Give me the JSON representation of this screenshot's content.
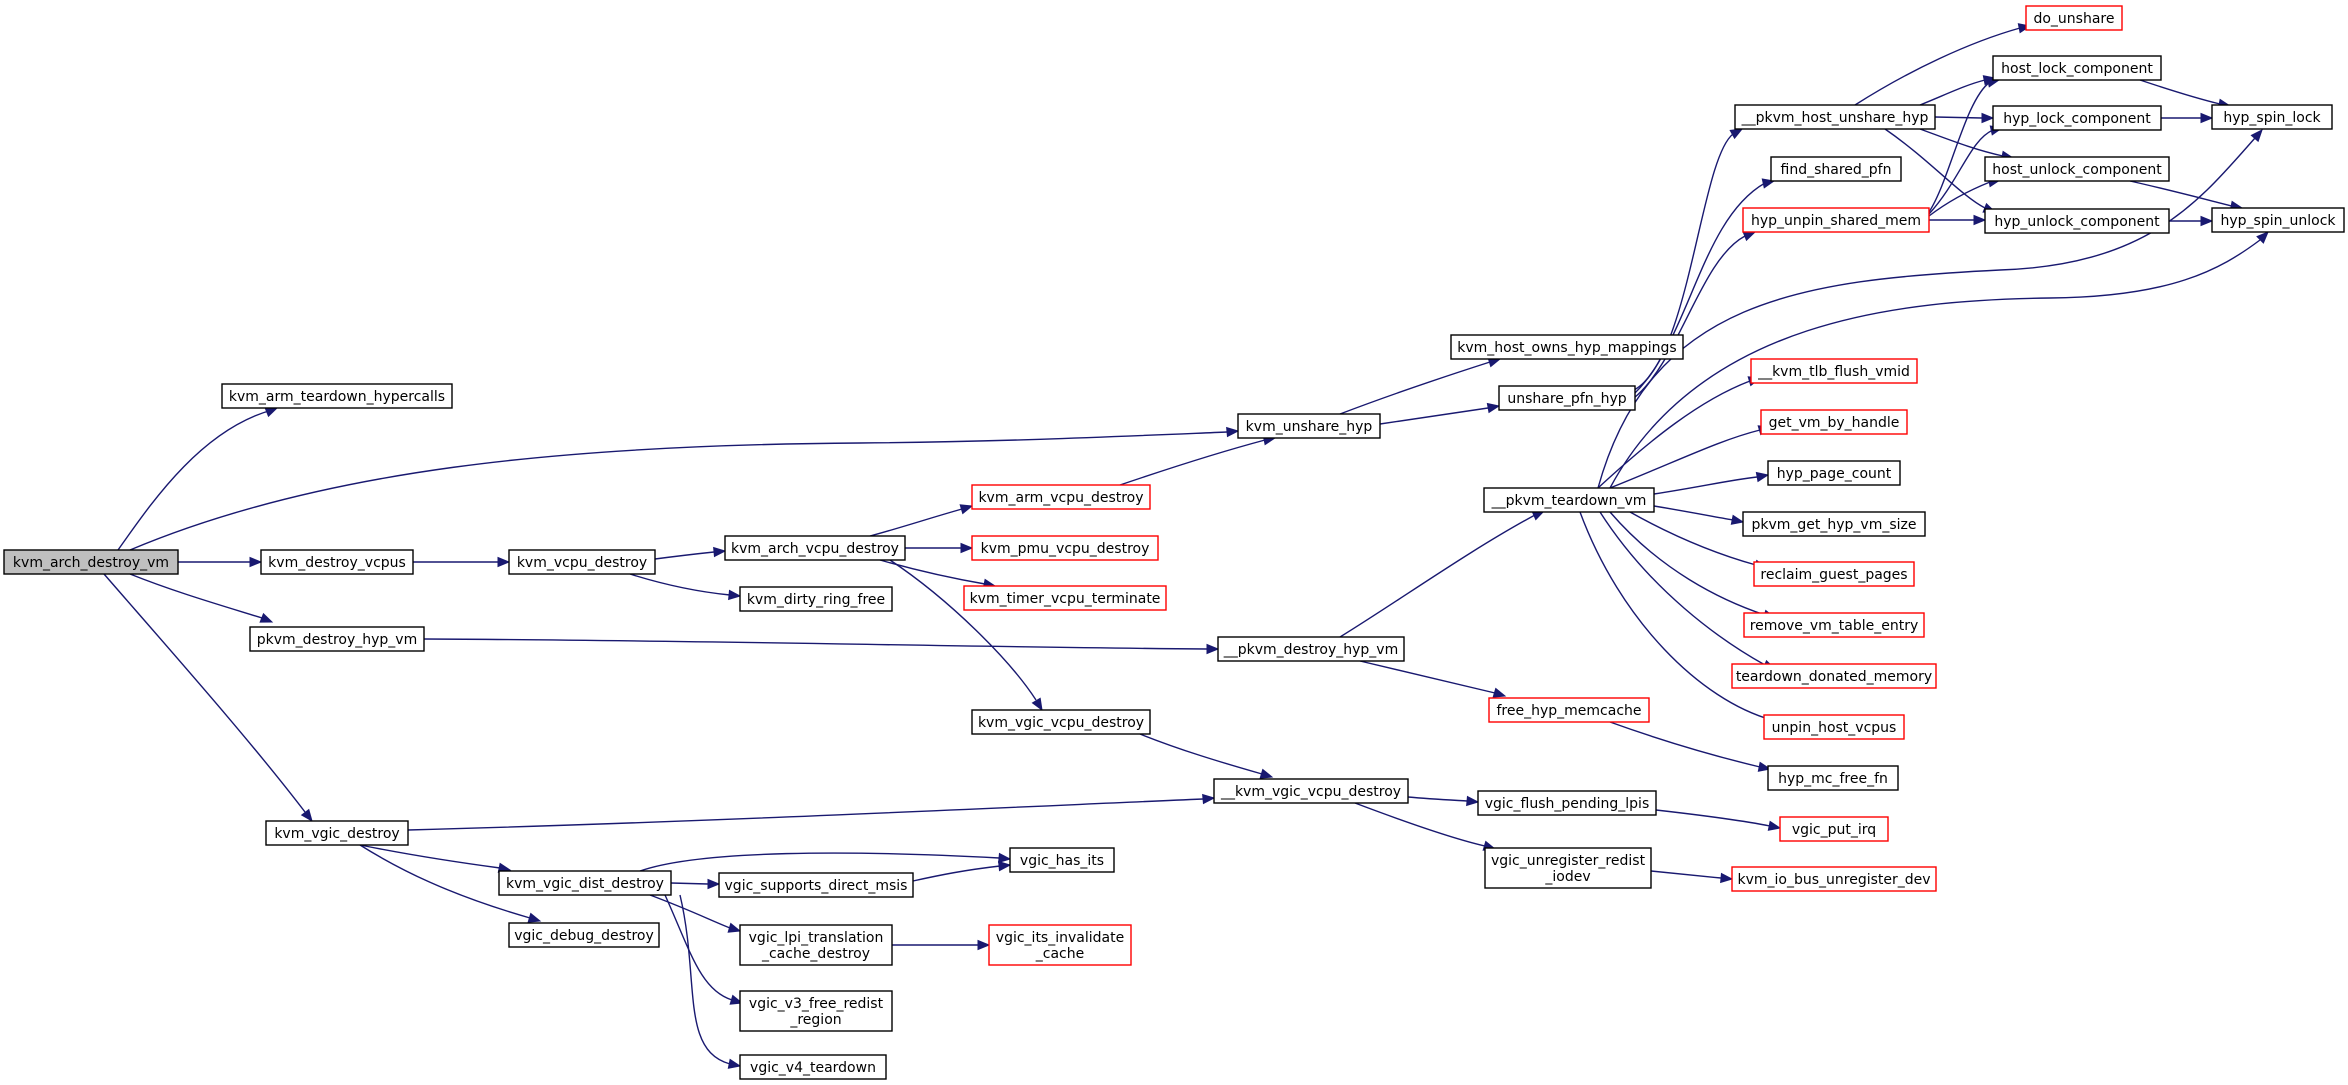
{
  "colors": {
    "edge": "#191970",
    "node_border": "#000000",
    "node_border_external": "#ff0000",
    "root_fill": "#bfbfbf",
    "background": "#ffffff"
  },
  "nodes": [
    {
      "id": "kvm_arch_destroy_vm",
      "label": [
        "kvm_arch_destroy_vm"
      ],
      "style": "root"
    },
    {
      "id": "kvm_arm_teardown_hypercalls",
      "label": [
        "kvm_arm_teardown_hypercalls"
      ],
      "style": "normal"
    },
    {
      "id": "kvm_unshare_hyp",
      "label": [
        "kvm_unshare_hyp"
      ],
      "style": "normal"
    },
    {
      "id": "kvm_destroy_vcpus",
      "label": [
        "kvm_destroy_vcpus"
      ],
      "style": "normal"
    },
    {
      "id": "pkvm_destroy_hyp_vm",
      "label": [
        "pkvm_destroy_hyp_vm"
      ],
      "style": "normal"
    },
    {
      "id": "kvm_vgic_destroy",
      "label": [
        "kvm_vgic_destroy"
      ],
      "style": "normal"
    },
    {
      "id": "kvm_host_owns_hyp_mappings",
      "label": [
        "kvm_host_owns_hyp_mappings"
      ],
      "style": "normal"
    },
    {
      "id": "unshare_pfn_hyp",
      "label": [
        "unshare_pfn_hyp"
      ],
      "style": "normal"
    },
    {
      "id": "__pkvm_host_unshare_hyp",
      "label": [
        "__pkvm_host_unshare_hyp"
      ],
      "style": "normal"
    },
    {
      "id": "do_unshare",
      "label": [
        "do_unshare"
      ],
      "style": "external"
    },
    {
      "id": "host_lock_component",
      "label": [
        "host_lock_component"
      ],
      "style": "normal"
    },
    {
      "id": "hyp_spin_lock",
      "label": [
        "hyp_spin_lock"
      ],
      "style": "normal"
    },
    {
      "id": "hyp_lock_component",
      "label": [
        "hyp_lock_component"
      ],
      "style": "normal"
    },
    {
      "id": "host_unlock_component",
      "label": [
        "host_unlock_component"
      ],
      "style": "normal"
    },
    {
      "id": "hyp_spin_unlock",
      "label": [
        "hyp_spin_unlock"
      ],
      "style": "normal"
    },
    {
      "id": "hyp_unlock_component",
      "label": [
        "hyp_unlock_component"
      ],
      "style": "normal"
    },
    {
      "id": "find_shared_pfn",
      "label": [
        "find_shared_pfn"
      ],
      "style": "normal"
    },
    {
      "id": "hyp_unpin_shared_mem",
      "label": [
        "hyp_unpin_shared_mem"
      ],
      "style": "external"
    },
    {
      "id": "kvm_vcpu_destroy",
      "label": [
        "kvm_vcpu_destroy"
      ],
      "style": "normal"
    },
    {
      "id": "kvm_arch_vcpu_destroy",
      "label": [
        "kvm_arch_vcpu_destroy"
      ],
      "style": "normal"
    },
    {
      "id": "kvm_arm_vcpu_destroy",
      "label": [
        "kvm_arm_vcpu_destroy"
      ],
      "style": "external"
    },
    {
      "id": "kvm_pmu_vcpu_destroy",
      "label": [
        "kvm_pmu_vcpu_destroy"
      ],
      "style": "external"
    },
    {
      "id": "kvm_timer_vcpu_terminate",
      "label": [
        "kvm_timer_vcpu_terminate"
      ],
      "style": "external"
    },
    {
      "id": "kvm_dirty_ring_free",
      "label": [
        "kvm_dirty_ring_free"
      ],
      "style": "normal"
    },
    {
      "id": "kvm_vgic_vcpu_destroy",
      "label": [
        "kvm_vgic_vcpu_destroy"
      ],
      "style": "normal"
    },
    {
      "id": "__pkvm_destroy_hyp_vm",
      "label": [
        "__pkvm_destroy_hyp_vm"
      ],
      "style": "normal"
    },
    {
      "id": "__pkvm_teardown_vm",
      "label": [
        "__pkvm_teardown_vm"
      ],
      "style": "normal"
    },
    {
      "id": "__kvm_tlb_flush_vmid",
      "label": [
        "__kvm_tlb_flush_vmid"
      ],
      "style": "external"
    },
    {
      "id": "get_vm_by_handle",
      "label": [
        "get_vm_by_handle"
      ],
      "style": "external"
    },
    {
      "id": "hyp_page_count",
      "label": [
        "hyp_page_count"
      ],
      "style": "normal"
    },
    {
      "id": "pkvm_get_hyp_vm_size",
      "label": [
        "pkvm_get_hyp_vm_size"
      ],
      "style": "normal"
    },
    {
      "id": "reclaim_guest_pages",
      "label": [
        "reclaim_guest_pages"
      ],
      "style": "external"
    },
    {
      "id": "remove_vm_table_entry",
      "label": [
        "remove_vm_table_entry"
      ],
      "style": "external"
    },
    {
      "id": "teardown_donated_memory",
      "label": [
        "teardown_donated_memory"
      ],
      "style": "external"
    },
    {
      "id": "unpin_host_vcpus",
      "label": [
        "unpin_host_vcpus"
      ],
      "style": "external"
    },
    {
      "id": "free_hyp_memcache",
      "label": [
        "free_hyp_memcache"
      ],
      "style": "external"
    },
    {
      "id": "hyp_mc_free_fn",
      "label": [
        "hyp_mc_free_fn"
      ],
      "style": "normal"
    },
    {
      "id": "__kvm_vgic_vcpu_destroy",
      "label": [
        "__kvm_vgic_vcpu_destroy"
      ],
      "style": "normal"
    },
    {
      "id": "vgic_flush_pending_lpis",
      "label": [
        "vgic_flush_pending_lpis"
      ],
      "style": "normal"
    },
    {
      "id": "vgic_put_irq",
      "label": [
        "vgic_put_irq"
      ],
      "style": "external"
    },
    {
      "id": "vgic_unregister_redist_iodev",
      "label": [
        "vgic_unregister_redist",
        "_iodev"
      ],
      "style": "normal"
    },
    {
      "id": "kvm_io_bus_unregister_dev",
      "label": [
        "kvm_io_bus_unregister_dev"
      ],
      "style": "external"
    },
    {
      "id": "kvm_vgic_dist_destroy",
      "label": [
        "kvm_vgic_dist_destroy"
      ],
      "style": "normal"
    },
    {
      "id": "vgic_debug_destroy",
      "label": [
        "vgic_debug_destroy"
      ],
      "style": "normal"
    },
    {
      "id": "vgic_has_its",
      "label": [
        "vgic_has_its"
      ],
      "style": "normal"
    },
    {
      "id": "vgic_supports_direct_msis",
      "label": [
        "vgic_supports_direct_msis"
      ],
      "style": "normal"
    },
    {
      "id": "vgic_lpi_translation_cache_destroy",
      "label": [
        "vgic_lpi_translation",
        "_cache_destroy"
      ],
      "style": "normal"
    },
    {
      "id": "vgic_its_invalidate_cache",
      "label": [
        "vgic_its_invalidate",
        "_cache"
      ],
      "style": "external"
    },
    {
      "id": "vgic_v3_free_redist_region",
      "label": [
        "vgic_v3_free_redist",
        "_region"
      ],
      "style": "normal"
    },
    {
      "id": "vgic_v4_teardown",
      "label": [
        "vgic_v4_teardown"
      ],
      "style": "normal"
    }
  ]
}
